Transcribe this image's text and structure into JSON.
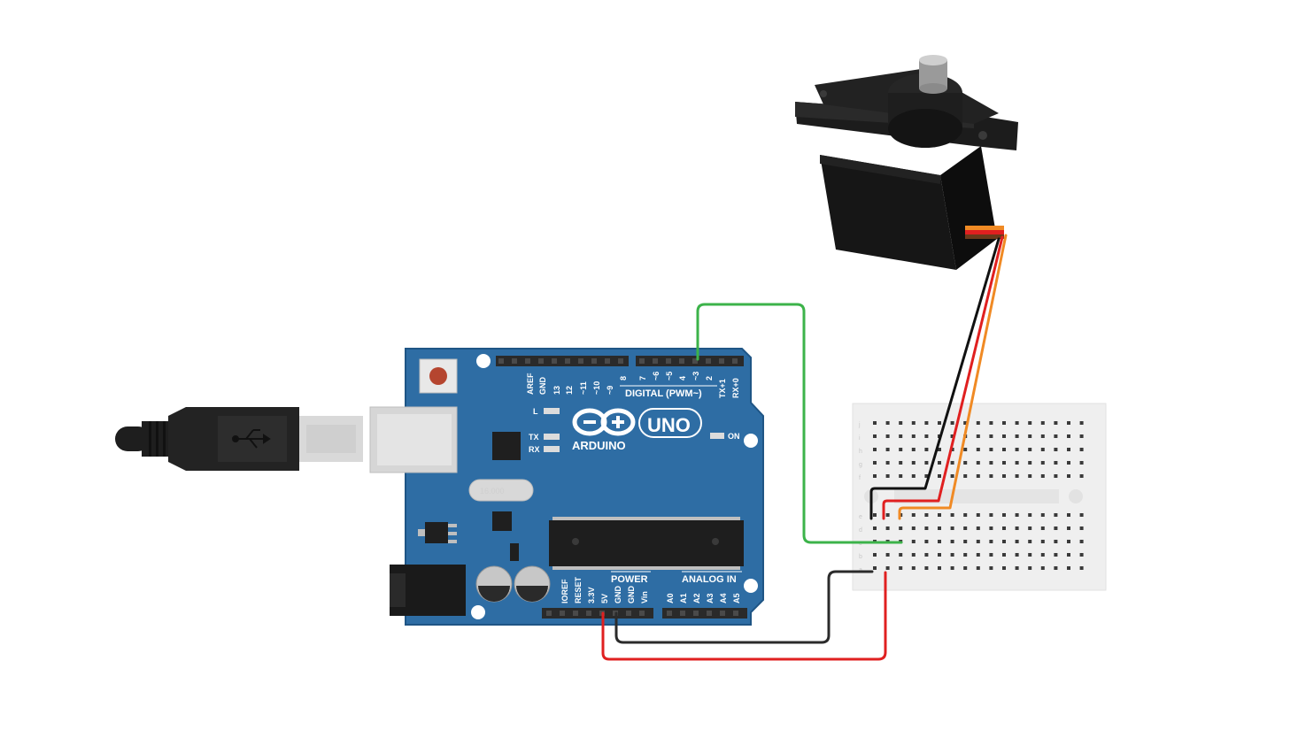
{
  "arduino": {
    "brand": "ARDUINO",
    "model": "UNO",
    "digital_header_title": "DIGITAL (PWM~)",
    "digital_pins": [
      "AREF",
      "GND",
      "13",
      "12",
      "~11",
      "~10",
      "~9",
      "8",
      "7",
      "~6",
      "~5",
      "4",
      "~3",
      "2",
      "TX+1",
      "RX+0"
    ],
    "power_title": "POWER",
    "power_pins": [
      "IOREF",
      "RESET",
      "3.3V",
      "5V",
      "GND",
      "GND",
      "Vin"
    ],
    "analog_title": "ANALOG IN",
    "analog_pins": [
      "A0",
      "A1",
      "A2",
      "A3",
      "A4",
      "A5"
    ],
    "led_l": "L",
    "led_tx": "TX",
    "led_rx": "RX",
    "led_on": "ON",
    "crystal_label": "16.000"
  },
  "breadboard": {
    "row_letters_top": [
      "j",
      "i",
      "h",
      "g",
      "f"
    ],
    "row_letters_bottom": [
      "e",
      "d",
      "c",
      "b",
      "a"
    ]
  },
  "wires": [
    {
      "name": "signal",
      "color": "#3cb34a"
    },
    {
      "name": "power-5v",
      "color": "#e02020"
    },
    {
      "name": "ground",
      "color": "#2b2b2b"
    },
    {
      "name": "servo-signal",
      "color": "#f08a24"
    }
  ],
  "colors": {
    "board": "#2e6da4",
    "board_edge": "#1f5585",
    "header": "#2a2a2a",
    "usb_plug": "#1e1e1e",
    "servo_body": "#161616",
    "breadboard": "#efefef"
  },
  "icons": {
    "usb": "usb-symbol-icon",
    "reset": "reset-button-icon",
    "logo": "arduino-infinity-logo-icon"
  }
}
